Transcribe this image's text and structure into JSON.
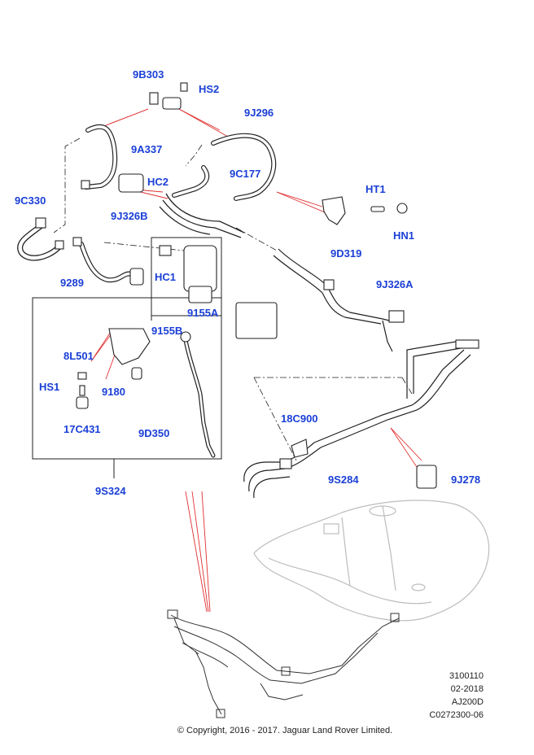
{
  "labels": {
    "l_9B303": "9B303",
    "l_HS2": "HS2",
    "l_9J296": "9J296",
    "l_9A337": "9A337",
    "l_HC2": "HC2",
    "l_9C177": "9C177",
    "l_HT1": "HT1",
    "l_9C330": "9C330",
    "l_9J326B": "9J326B",
    "l_HN1": "HN1",
    "l_9D319": "9D319",
    "l_HC1": "HC1",
    "l_9289": "9289",
    "l_9155A": "9155A",
    "l_9J326A": "9J326A",
    "l_9155B": "9155B",
    "l_8L501": "8L501",
    "l_HS1": "HS1",
    "l_9180": "9180",
    "l_17C431": "17C431",
    "l_18C900": "18C900",
    "l_9D350": "9D350",
    "l_9S284": "9S284",
    "l_9J278": "9J278",
    "l_9S324": "9S324"
  },
  "meta": {
    "code": "3100110",
    "date": "02-2018",
    "model": "AJ200D",
    "ref": "C0272300-06"
  },
  "copyright": "© Copyright, 2016 - 2017. Jaguar Land Rover Limited.",
  "colors": {
    "label": "#1a3fd6",
    "leader": "#e03030",
    "line": "#222222",
    "tank": "#bdbdbd"
  }
}
